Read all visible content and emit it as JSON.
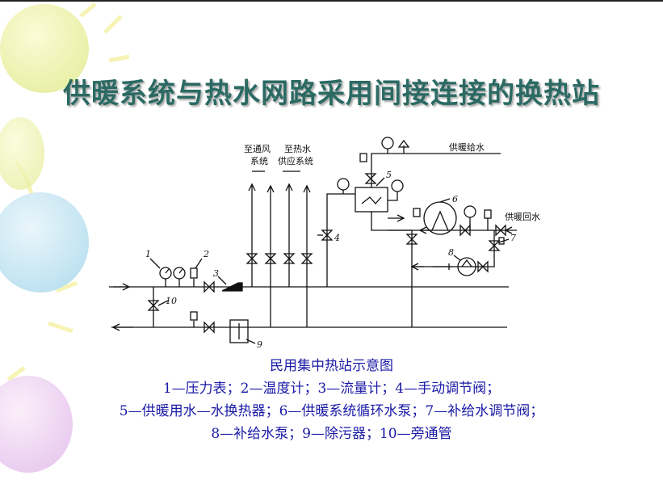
{
  "slide": {
    "title": "供暖系统与热水网路采用间接连接的换热站"
  },
  "diagram": {
    "labels": {
      "to_ventilation_1": "至通风",
      "to_ventilation_2": "系统",
      "to_hotwater_1": "至热水",
      "to_hotwater_2": "供应系统",
      "heating_supply": "供暖给水",
      "heating_return": "供暖回水"
    },
    "numbers": [
      "1",
      "2",
      "3",
      "4",
      "5",
      "6",
      "7",
      "8",
      "9",
      "10"
    ]
  },
  "caption": {
    "title": "民用集中热站示意图",
    "line1": "1—压力表；2—温度计；3—流量计；4—手动调节阀；",
    "line2": "5—供暖用水—水换热器；6—供暖系统循环水泵；7—补给水调节阀；",
    "line3": "8—补给水泵；9—除污器；10—旁通管"
  },
  "colors": {
    "title": "#2a6a63",
    "caption": "#1a1aa6",
    "line": "#111111"
  }
}
